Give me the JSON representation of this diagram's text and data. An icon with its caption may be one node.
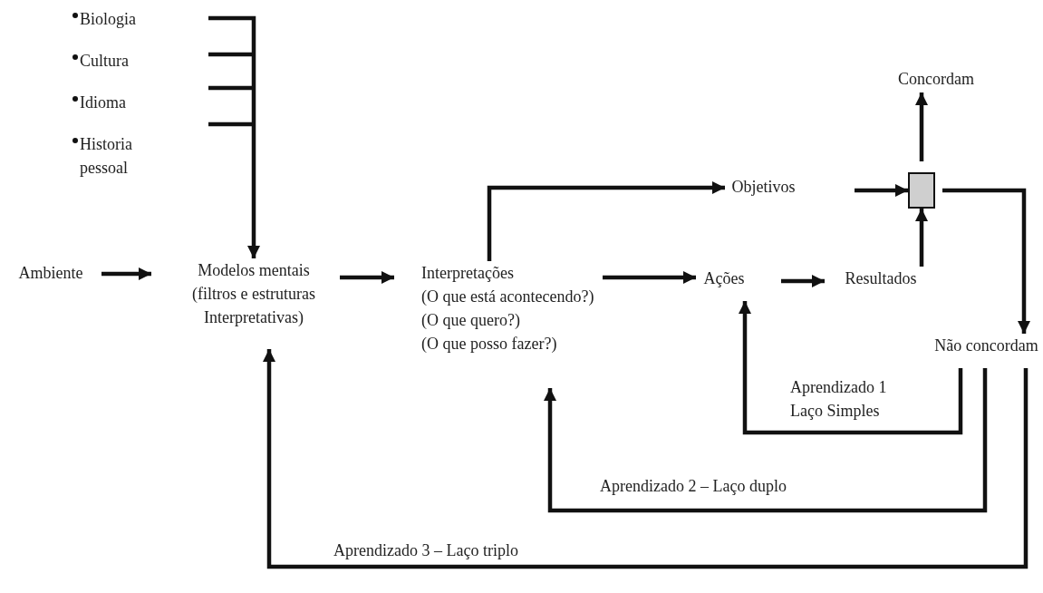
{
  "diagram": {
    "nodes": [
      {
        "text": [
          "Biologia",
          "Cultura",
          "Idioma",
          "Historia pessoal"
        ]
      },
      {
        "text": [
          "Ambiente"
        ]
      },
      {
        "text": [
          "Modelos mentais",
          "(filtros e estruturas Interpretativas)"
        ]
      },
      {
        "text": [
          "Interpretações",
          "(O que está acontecendo?)",
          "(O que quero?)",
          "(O que posso fazer?)"
        ]
      },
      {
        "text": [
          "Objetivos"
        ]
      },
      {
        "text": [
          "Ações"
        ]
      },
      {
        "text": [
          "Resultados"
        ]
      },
      {
        "text": [],
        "shape": "box"
      },
      {
        "text": [
          "Concordam"
        ]
      },
      {
        "text": [
          "Não concordam"
        ]
      }
    ],
    "edges": [
      {
        "from": 0,
        "to": 2,
        "arrow": "to"
      },
      {
        "from": 1,
        "to": 2,
        "arrow": "to"
      },
      {
        "from": 2,
        "to": 3,
        "arrow": "to"
      },
      {
        "from": 3,
        "to": 5,
        "arrow": "to"
      },
      {
        "from": 3,
        "to": 4,
        "arrow": "to"
      },
      {
        "from": 4,
        "to": 7,
        "arrow": "to"
      },
      {
        "from": 6,
        "to": 7,
        "arrow": "to"
      },
      {
        "from": 7,
        "to": 8,
        "arrow": "to"
      },
      {
        "from": 5,
        "to": 6,
        "arrow": "to"
      },
      {
        "from": 7,
        "to": 9,
        "arrow": "to"
      },
      {
        "from": 9,
        "to": 5,
        "arrow": "to",
        "label": "Aprendizado 1 Laço Simples"
      },
      {
        "from": 9,
        "to": 3,
        "arrow": "to",
        "label": "Aprendizado 2 – Laço duplo"
      },
      {
        "from": 9,
        "to": 2,
        "arrow": "to",
        "label": "Aprendizado 3 – Laço triplo"
      }
    ]
  }
}
